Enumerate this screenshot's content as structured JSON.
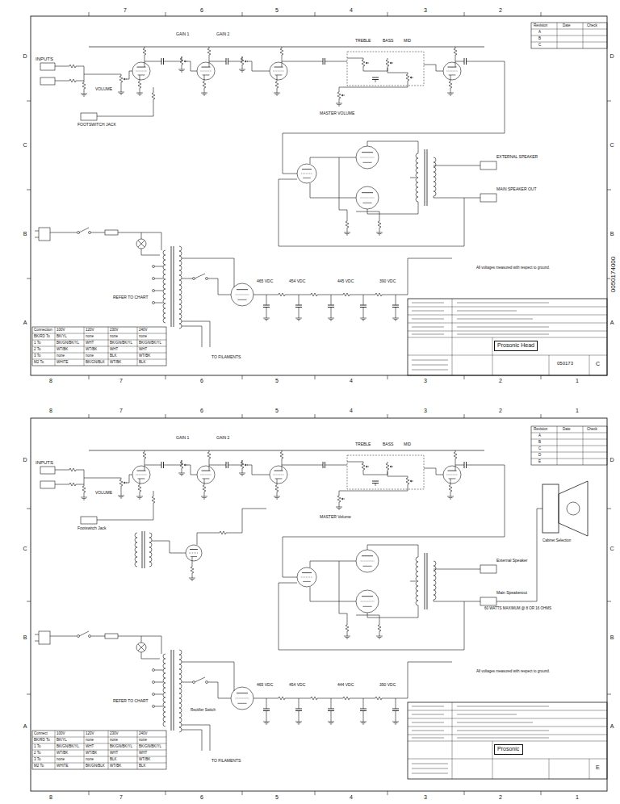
{
  "diagram": {
    "nodes": [
      {
        "text": [
          "Prosonic Head"
        ]
      },
      {
        "text": [
          "Prosonic"
        ]
      }
    ],
    "labels": [
      "7",
      "6",
      "5",
      "4",
      "3",
      "2",
      "8",
      "7",
      "6",
      "5",
      "4",
      "3",
      "2",
      "1",
      "D",
      "C",
      "B",
      "A",
      "D",
      "C",
      "B",
      "A",
      "8",
      "7",
      "6",
      "5",
      "4",
      "3",
      "2",
      "1",
      "8",
      "7",
      "6",
      "5",
      "4",
      "3",
      "2",
      "1",
      "D",
      "C",
      "B",
      "A",
      "D",
      "C",
      "B",
      "A",
      "INPUTS",
      "FOOTSWITCH JACK",
      "GAIN 1",
      "VOLUME",
      "GAIN 2",
      "TREBLE",
      "BASS",
      "MID",
      "MASTER VOLUME",
      "EXTERNAL SPEAKER",
      "MAIN SPEAKER OUT",
      "REFER TO CHART",
      "TO FILAMENTS",
      "465 VDC",
      "454 VDC",
      "445 VDC",
      "390 VDC",
      "All voltages measured with respect to ground.",
      "Revision",
      "Date",
      "Check",
      "A",
      "B",
      "C",
      "0050174000",
      "050173",
      "C",
      "Connection",
      "100V",
      "120V",
      "230V",
      "240V",
      "BK/RD To",
      "BK/YL",
      "none",
      "none",
      "none",
      "1 To",
      "BK/GN/BK/YL",
      "WHT",
      "BK/GN/BK/YL",
      "BK/GN/BK/YL",
      "2 To",
      "WT/BK",
      "WT/BK",
      "WHT",
      "WHT",
      "3 To",
      "none",
      "none",
      "BLK",
      "WT/BK",
      "M2 To",
      "WHITE",
      "BK/GN/BLK",
      "WT/BK",
      "BLK",
      "INPUTS",
      "Footswitch Jack",
      "GAIN 1",
      "VOLUME",
      "GAIN 2",
      "TREBLE",
      "BASS",
      "MID",
      "MASTER Volume",
      "External Speaker",
      "Main Speakerout",
      "60 WATTS MAXIMUM @ 8 OR 16 OHMS",
      "Cabinet Selection",
      "REFER TO CHART",
      "TO FILAMENTS",
      "465 VDC",
      "454 VDC",
      "444 VDC",
      "390 VDC",
      "Rectifier Switch",
      "All voltages measured with respect to ground.",
      "Revision",
      "Date",
      "Check",
      "A",
      "B",
      "C",
      "D",
      "E",
      "E",
      "Connect",
      "100V",
      "120V",
      "230V",
      "240V",
      "BK/RD To",
      "BK/YL",
      "none",
      "none",
      "none",
      "1 To",
      "BK/GN/BK/YL",
      "WHT",
      "BK/GN/BK/YL",
      "BK/GN/BK/YL",
      "2 To",
      "WT/BK",
      "WT/BK",
      "WHT",
      "WHT",
      "3 To",
      "none",
      "none",
      "BLK",
      "WT/BK",
      "M2 To",
      "WHITE",
      "BK/GN/BLK",
      "WT/BK",
      "BLK"
    ]
  }
}
